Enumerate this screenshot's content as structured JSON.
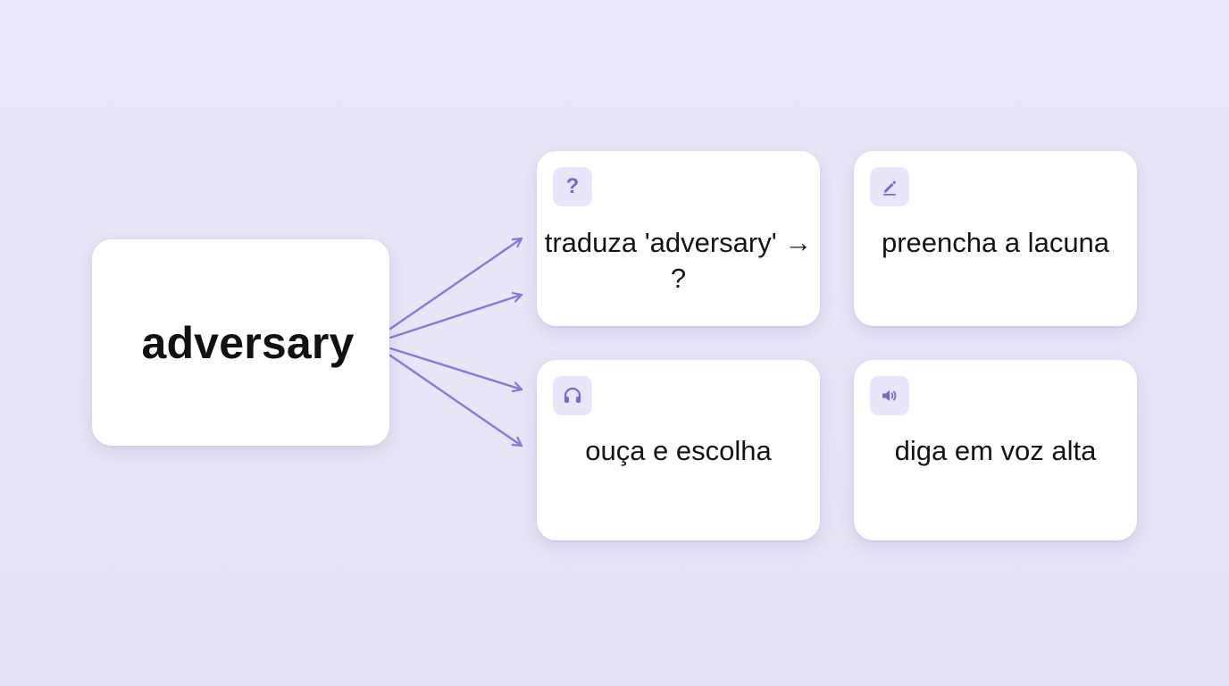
{
  "source": {
    "word": "adversary"
  },
  "tasks": [
    {
      "id": "translate",
      "icon": "question-mark-icon",
      "label": "traduza 'adversary' → ?"
    },
    {
      "id": "fill",
      "icon": "pencil-icon",
      "label": "preencha a lacuna"
    },
    {
      "id": "listen",
      "icon": "headphones-icon",
      "label": "ouça e escolha"
    },
    {
      "id": "speak",
      "icon": "speaker-icon",
      "label": "diga em voz alta"
    }
  ],
  "colors": {
    "background": "#e8e6f8",
    "accent": "#7b67c9",
    "icon_bg": "#e9e5fb",
    "card": "#ffffff",
    "arrow": "#8a77d6"
  }
}
